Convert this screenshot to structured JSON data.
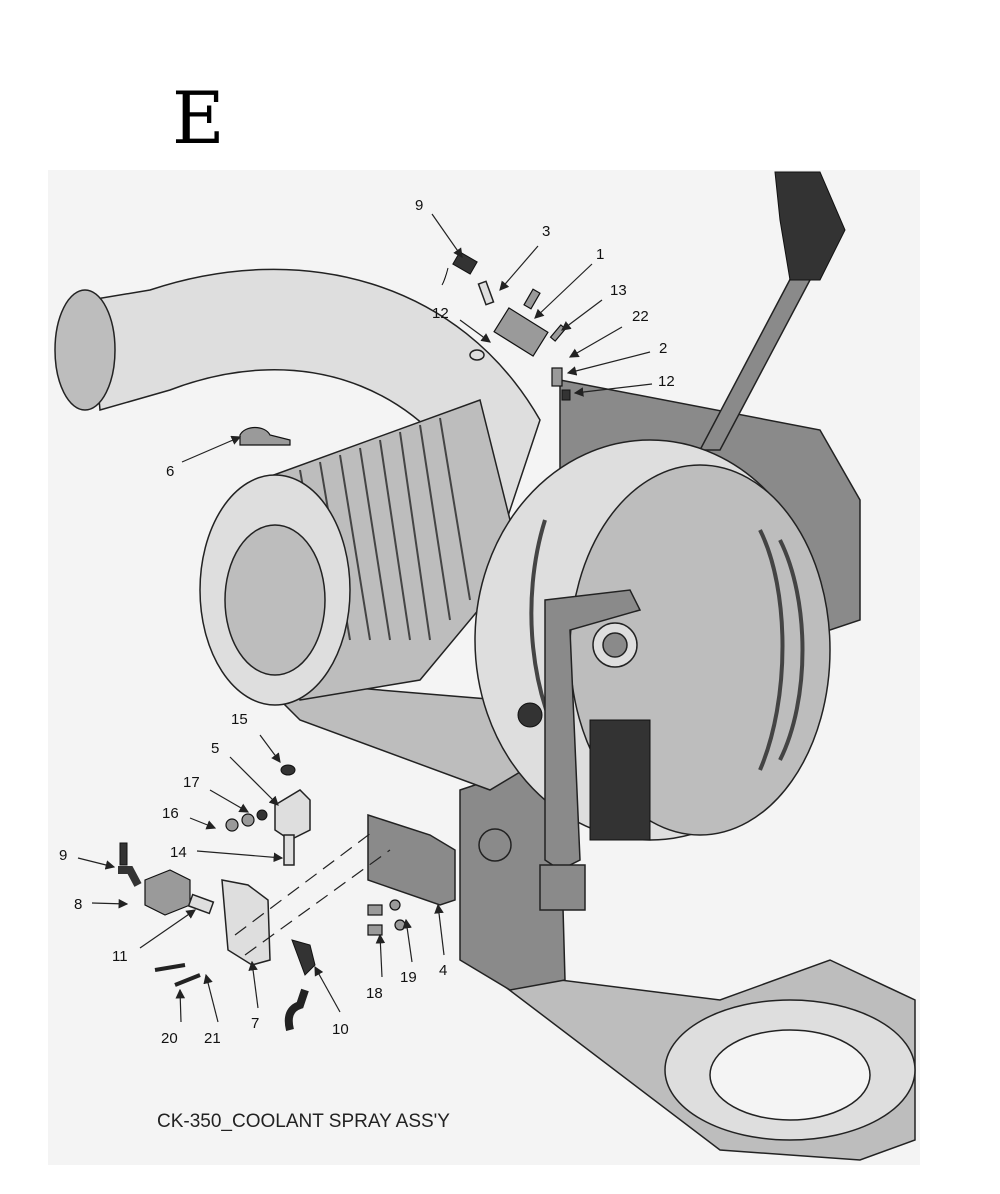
{
  "section_letter": "E",
  "title": "CK-350_COOLANT SPRAY ASS'Y",
  "callouts": {
    "c9_top": "9",
    "c3": "3",
    "c1": "1",
    "c13": "13",
    "c22": "22",
    "c2": "2",
    "c12_right": "12",
    "c12_left": "12",
    "c6": "6",
    "c15": "15",
    "c5": "5",
    "c17": "17",
    "c16": "16",
    "c14": "14",
    "c9_left": "9",
    "c8": "8",
    "c11": "11",
    "c20": "20",
    "c21": "21",
    "c7": "7",
    "c10": "10",
    "c18": "18",
    "c19": "19",
    "c4": "4"
  }
}
